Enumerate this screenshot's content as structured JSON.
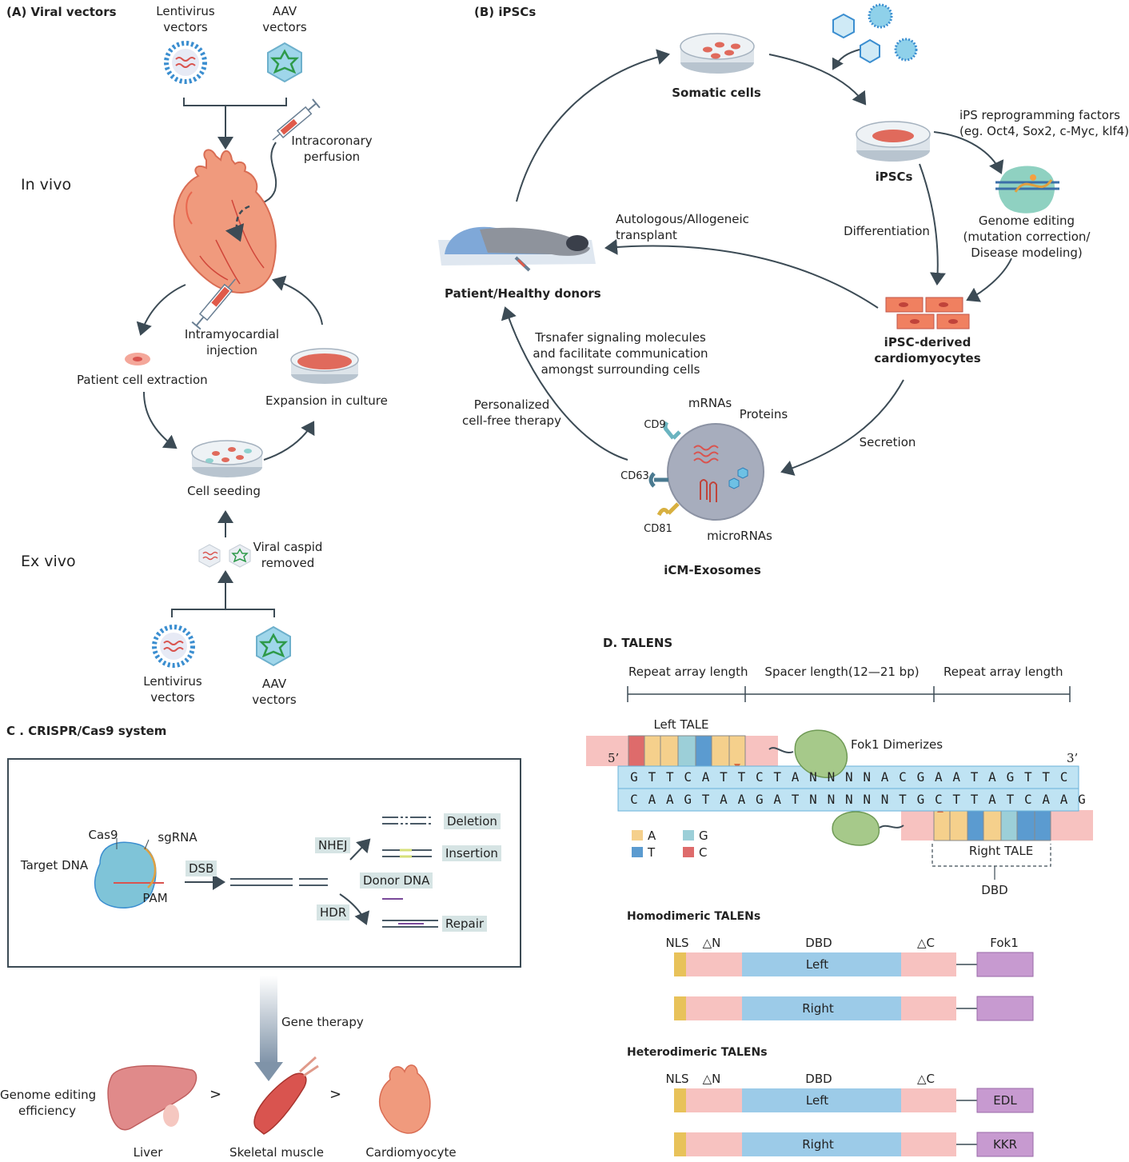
{
  "panelA": {
    "title": "(A) Viral vectors",
    "lenti_top": [
      "Lentivirus",
      "vectors"
    ],
    "aav_top": [
      "AAV",
      "vectors"
    ],
    "in_vivo": "In vivo",
    "ex_vivo": "Ex vivo",
    "intracoronary": [
      "Intracoronary",
      "perfusion"
    ],
    "intramyocardial": [
      "Intramyocardial",
      "injection"
    ],
    "patient_extraction": "Patient cell extraction",
    "expansion": "Expansion in culture",
    "cell_seeding": "Cell seeding",
    "viral_caspid": [
      "Viral caspid",
      "removed"
    ],
    "lenti_bottom": [
      "Lentivirus",
      "vectors"
    ],
    "aav_bottom": [
      "AAV",
      "vectors"
    ]
  },
  "panelB": {
    "title": "(B) iPSCs",
    "somatic": "Somatic cells",
    "ipscs": "iPSCs",
    "reprogramming": [
      "iPS reprogramming factors",
      "(eg. Oct4, Sox2, c-Myc, klf4)"
    ],
    "genome_editing": [
      "Genome editing",
      "(mutation correction/",
      "Disease modeling)"
    ],
    "differentiation": "Differentiation",
    "autologous": [
      "Autologous/Allogeneic",
      "transplant"
    ],
    "patient": "Patient/Healthy donors",
    "ipsc_cm": [
      "iPSC-derived",
      "cardiomyocytes"
    ],
    "transfer": [
      "Trsnafer signaling molecules",
      "and facilitate communication",
      "amongst surrounding cells"
    ],
    "personalized": [
      "Personalized",
      "cell-free therapy"
    ],
    "secretion": "Secretion",
    "mrnas": "mRNAs",
    "proteins": "Proteins",
    "cd9": "CD9",
    "cd63": "CD63",
    "cd81": "CD81",
    "micrornas": "microRNAs",
    "exosomes": "iCM-Exosomes"
  },
  "panelC": {
    "title": "C . CRISPR/Cas9 system",
    "cas9": "Cas9",
    "sgrna": "sgRNA",
    "target_dna": "Target DNA",
    "pam": "PAM",
    "dsb": "DSB",
    "nhej": "NHEJ",
    "hdr": "HDR",
    "donor": "Donor DNA",
    "deletion": "Deletion",
    "insertion": "Insertion",
    "repair": "Repair",
    "gene_therapy": "Gene therapy",
    "efficiency": [
      "Genome editing",
      "efficiency"
    ],
    "gt": ">",
    "liver": "Liver",
    "skeletal": "Skeletal muscle",
    "cardiomyocyte": "Cardiomyocyte"
  },
  "panelD": {
    "title": "D. TALENS",
    "repeat_left": "Repeat array length",
    "spacer": "Spacer length(12—21 bp)",
    "repeat_right": "Repeat array length",
    "left_tale": "Left TALE",
    "fok1_dimerizes": "Fok1 Dimerizes",
    "five_prime": "5’",
    "three_prime": "3’",
    "top_strand": [
      "G",
      "T",
      "T",
      "C",
      "A",
      "T",
      "T",
      "C",
      "T",
      "A",
      "N",
      "N",
      "N",
      "N",
      "A",
      "C",
      "G",
      "A",
      "A",
      "T",
      "A",
      "G",
      "T",
      "T",
      "C"
    ],
    "bottom_strand": [
      "C",
      "A",
      "A",
      "G",
      "T",
      "A",
      "A",
      "G",
      "A",
      "T",
      "N",
      "N",
      "N",
      "N",
      "N",
      "T",
      "G",
      "C",
      "T",
      "T",
      "A",
      "T",
      "C",
      "A",
      "A",
      "G"
    ],
    "legend": {
      "a": "A",
      "g": "G",
      "t": "T",
      "c": "C"
    },
    "right_tale": "Right TALE",
    "dbd": "DBD",
    "homodimeric": "Homodimeric TALENs",
    "heterodimeric": "Heterodimeric TALENs",
    "nls": "NLS",
    "delta_n": "△N",
    "dbd_col": "DBD",
    "delta_c": "△C",
    "fok1": "Fok1",
    "left": "Left",
    "right": "Right",
    "edl": "EDL",
    "kkr": "KKR",
    "colors": {
      "A": "#f5d08c",
      "T": "#5b9bd0",
      "G": "#9ccfd8",
      "C": "#de6b6b",
      "nls": "#e8c25a",
      "pink": "#f7c2c0",
      "dbd": "#9ccbe8",
      "fok": "#c79ad0"
    }
  }
}
